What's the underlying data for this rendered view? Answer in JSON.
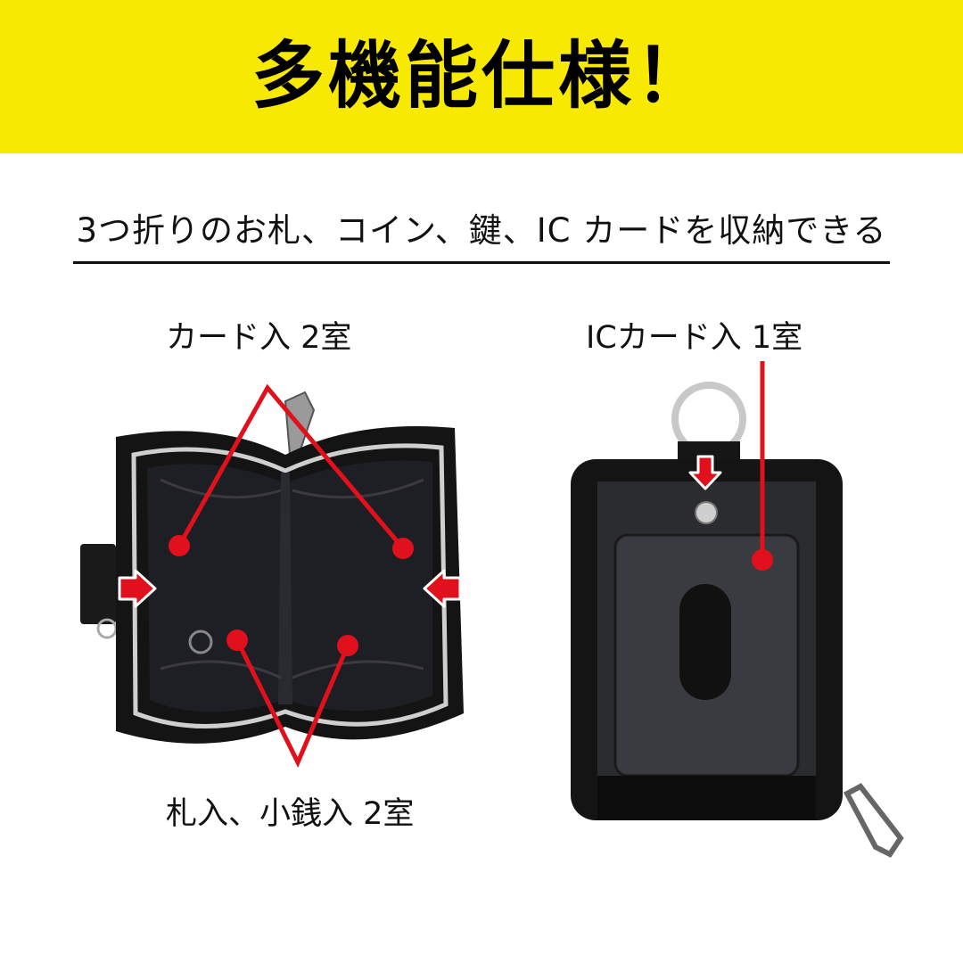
{
  "banner": {
    "title": "多機能仕様！",
    "background_color": "#f7ea00"
  },
  "subtitle": {
    "text": "3つ折りのお札、コイン、鍵、IC カードを収納できる"
  },
  "left_product": {
    "top_label": "カード入 2室",
    "bottom_label": "札入、小銭入 2室",
    "image_description": "open black zip wallet with grey zipper, carabiner clip on top, belt loop on left"
  },
  "right_product": {
    "top_label": "ICカード入 1室",
    "image_description": "black pass case with clear window, key ring on top, carabiner at bottom right"
  },
  "annotation_color": "#e0101c"
}
